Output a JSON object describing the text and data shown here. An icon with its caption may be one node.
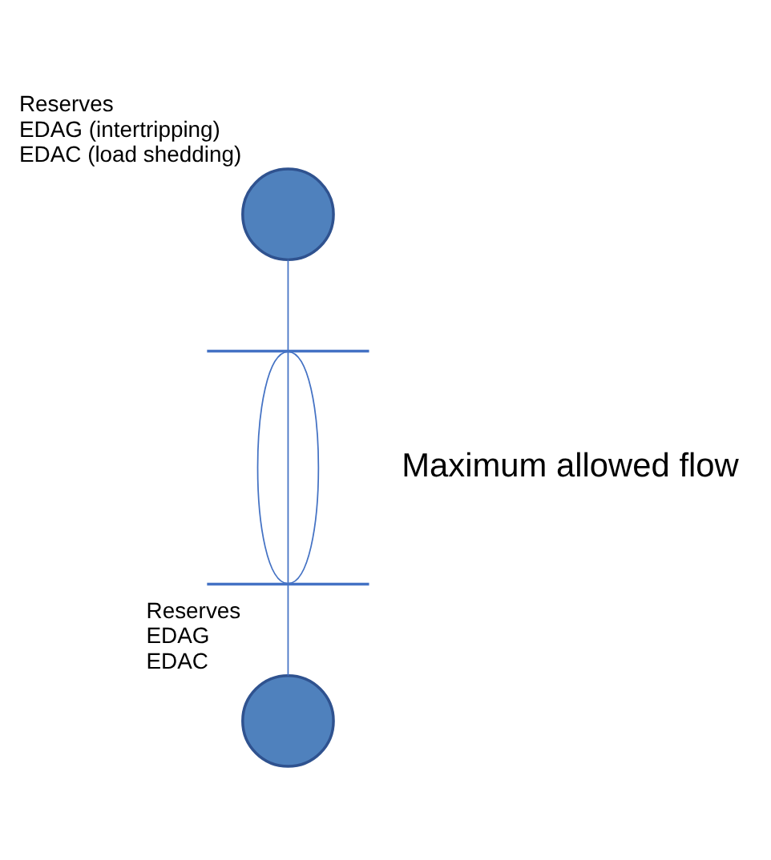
{
  "diagram": {
    "nodes": [
      {
        "text": [],
        "shape": "circle",
        "beside": [
          "Reserves",
          "EDAG (intertripping)",
          "EDAC (load shedding)"
        ]
      },
      {
        "text": [],
        "shape": "bar"
      },
      {
        "text": [],
        "shape": "bar"
      },
      {
        "text": [],
        "shape": "circle",
        "beside": [
          "Reserves",
          "EDAG",
          "EDAC"
        ]
      }
    ],
    "edges": [
      {
        "from": 0,
        "to": 1,
        "arrow": "none"
      },
      {
        "from": 1,
        "to": 2,
        "arrow": "none"
      },
      {
        "from": 1,
        "to": 2,
        "arrow": "none"
      },
      {
        "from": 1,
        "to": 2,
        "arrow": "none"
      },
      {
        "from": 2,
        "to": 3,
        "arrow": "none"
      }
    ],
    "labels": [
      "Maximum allowed flow"
    ]
  }
}
